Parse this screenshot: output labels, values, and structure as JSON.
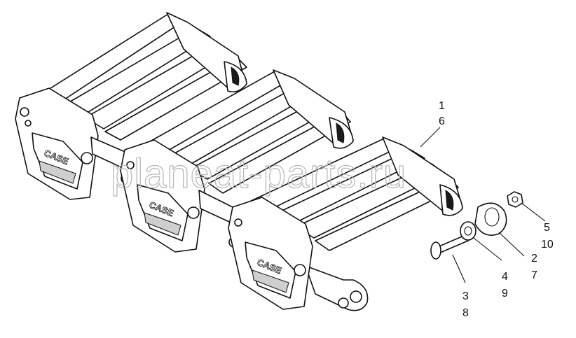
{
  "watermark": "planeat-parts.ru",
  "logo_text": "CASE",
  "callouts": [
    {
      "id": "c1",
      "top": "1",
      "bottom": "6"
    },
    {
      "id": "c2",
      "top": "2",
      "bottom": "7"
    },
    {
      "id": "c3",
      "top": "3",
      "bottom": "8"
    },
    {
      "id": "c4",
      "top": "4",
      "bottom": "9"
    },
    {
      "id": "c5",
      "top": "5",
      "bottom": "10"
    }
  ]
}
